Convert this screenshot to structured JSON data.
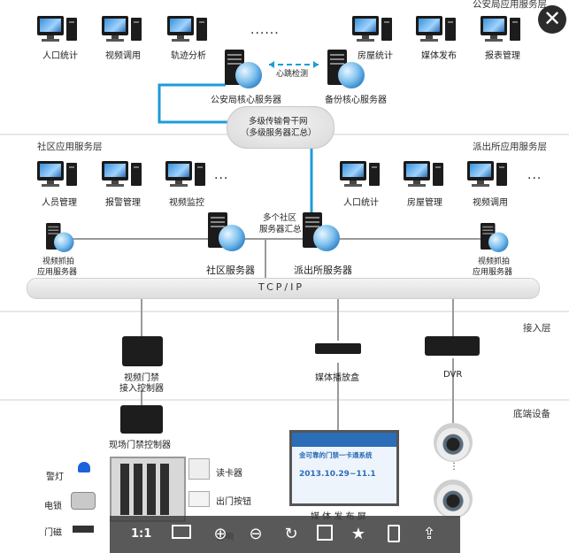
{
  "layers": {
    "public_security_app": "公安局应用服务层",
    "community_app": "社区应用服务层",
    "police_station_app": "派出所应用服务层",
    "access": "接入层",
    "terminal": "底端设备"
  },
  "top_terminals": [
    "人口统计",
    "视频调用",
    "轨迹分析",
    "房屋统计",
    "媒体发布",
    "报表管理"
  ],
  "ellipsis": "......",
  "servers": {
    "core": "公安局核心服务器",
    "backup": "备份核心服务器",
    "heartbeat": "心跳检测",
    "backbone_line1": "多级传输骨干网",
    "backbone_line2": "（多级服务器汇总）",
    "multi_community_line1": "多个社区",
    "multi_community_line2": "服务器汇总",
    "community": "社区服务器",
    "police_station": "派出所服务器",
    "capture_left_line1": "视频抓拍",
    "capture_left_line2": "应用服务器",
    "capture_right_line1": "视频抓拍",
    "capture_right_line2": "应用服务器"
  },
  "community_terminals": [
    "人员管理",
    "报警管理",
    "视频监控"
  ],
  "station_terminals": [
    "人口统计",
    "房屋管理",
    "视频调用"
  ],
  "network": "TCP/IP",
  "access_devices": {
    "door_ctrl_line1": "视频门禁",
    "door_ctrl_line2": "接入控制器",
    "media_box": "媒体播放盒",
    "dvr": "DVR"
  },
  "terminal_devices": {
    "site_door_ctrl": "现场门禁控制器",
    "alarm_light": "警灯",
    "elec_lock": "电锁",
    "door_magnet": "门磁",
    "card_reader": "读卡器",
    "exit_button": "出门按钮",
    "speaker": "音响",
    "media_screen": "媒 体 发 布 屏",
    "screen_title": "金可靠的门禁一卡通系统",
    "screen_date": "2013.10.29~11.1"
  },
  "colors": {
    "blue_link": "#1e9bd7",
    "gray_link": "#9a9a9a"
  }
}
